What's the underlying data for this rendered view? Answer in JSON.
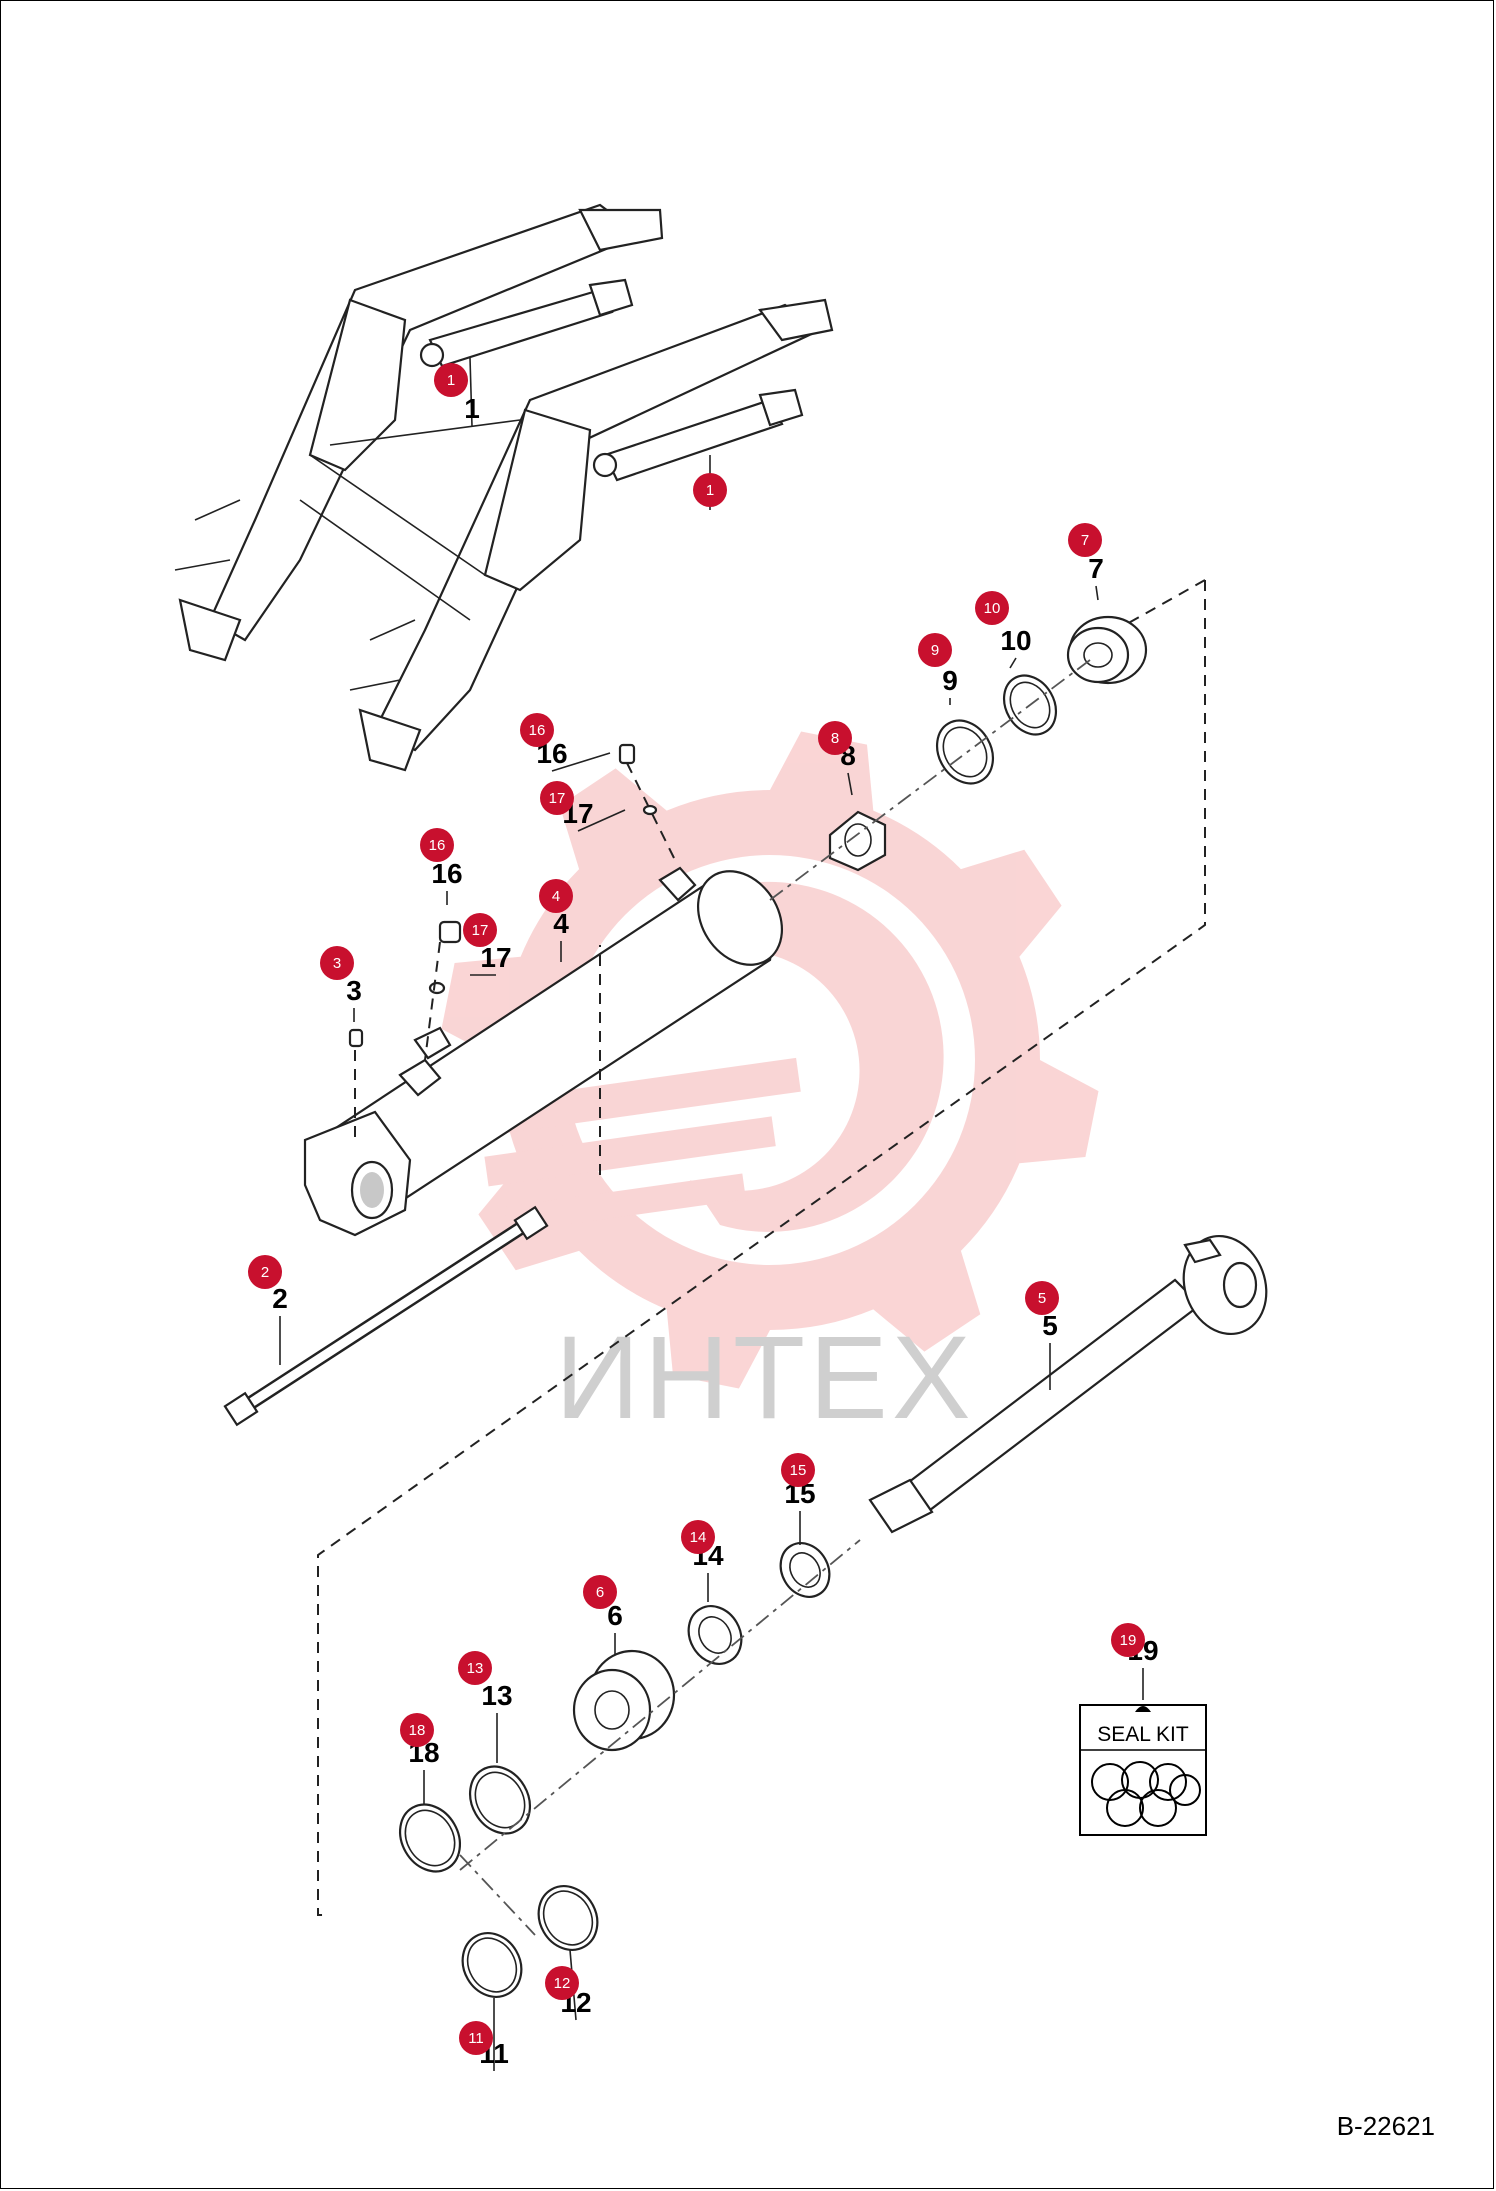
{
  "watermark": {
    "brand_text": "ИНТЕХ",
    "color": "#f5b3b3"
  },
  "figure_ref": "B-22621",
  "seal_kit": {
    "label": "SEAL KIT"
  },
  "badge_color": "#c8102e",
  "callouts": [
    {
      "id": "c1a",
      "badge": "1",
      "label": "1"
    },
    {
      "id": "c1b",
      "badge": "1",
      "label": ""
    },
    {
      "id": "c7",
      "badge": "7",
      "label": "7"
    },
    {
      "id": "c10",
      "badge": "10",
      "label": "10"
    },
    {
      "id": "c9",
      "badge": "9",
      "label": "9"
    },
    {
      "id": "c8",
      "badge": "8",
      "label": "8"
    },
    {
      "id": "c16a",
      "badge": "16",
      "label": "16"
    },
    {
      "id": "c17a",
      "badge": "17",
      "label": "17"
    },
    {
      "id": "c16b",
      "badge": "16",
      "label": "16"
    },
    {
      "id": "c17b",
      "badge": "17",
      "label": "17"
    },
    {
      "id": "c4",
      "badge": "4",
      "label": "4"
    },
    {
      "id": "c3",
      "badge": "3",
      "label": "3"
    },
    {
      "id": "c2",
      "badge": "2",
      "label": "2"
    },
    {
      "id": "c5",
      "badge": "5",
      "label": "5"
    },
    {
      "id": "c15",
      "badge": "15",
      "label": "15"
    },
    {
      "id": "c14",
      "badge": "14",
      "label": "14"
    },
    {
      "id": "c6",
      "badge": "6",
      "label": "6"
    },
    {
      "id": "c13",
      "badge": "13",
      "label": "13"
    },
    {
      "id": "c18",
      "badge": "18",
      "label": "18"
    },
    {
      "id": "c19",
      "badge": "19",
      "label": "19"
    },
    {
      "id": "c12",
      "badge": "12",
      "label": "12"
    },
    {
      "id": "c11",
      "badge": "11",
      "label": "11"
    }
  ]
}
